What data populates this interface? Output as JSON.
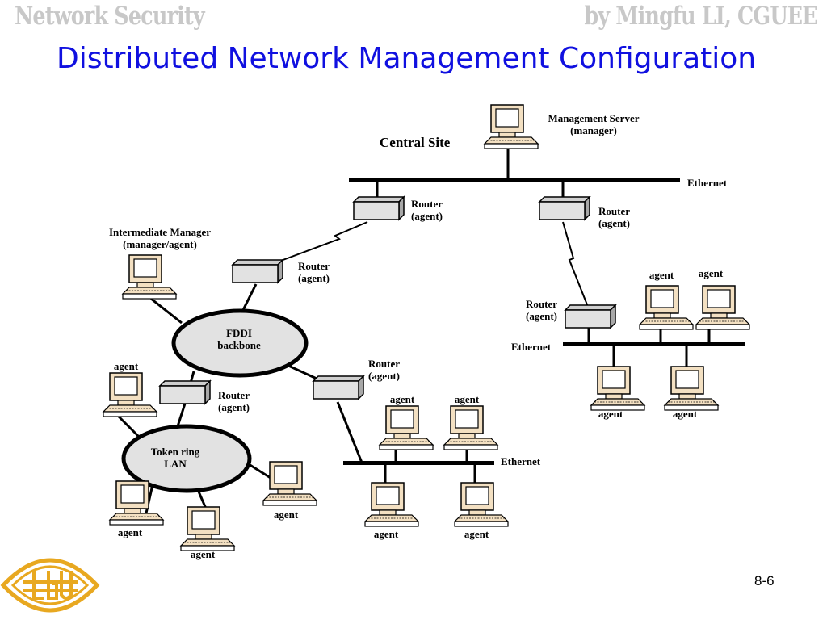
{
  "header": {
    "left": "Network Security",
    "right": "by Mingfu LI, CGUEE"
  },
  "title": "Distributed Network Management Configuration",
  "page_number": "8-6",
  "diagram": {
    "central_site": "Central Site",
    "management_server": [
      "Management Server",
      "(manager)"
    ],
    "ethernet": "Ethernet",
    "router": [
      "Router",
      "(agent)"
    ],
    "intermediate_manager": [
      "Intermediate Manager",
      "(manager/agent)"
    ],
    "fddi": [
      "FDDI",
      "backbone"
    ],
    "token_ring": [
      "Token ring",
      "LAN"
    ],
    "agent": "agent"
  },
  "colors": {
    "title": "#1010e0",
    "header": "#c8c8c8",
    "monitor": "#f3e0c2",
    "router": "#e2e2e2",
    "ring": "#e2e2e2",
    "logo": "#e8a820"
  }
}
